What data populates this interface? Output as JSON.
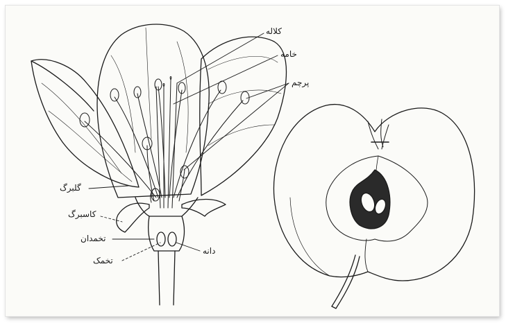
{
  "labels": {
    "stigma": "کلاله",
    "style": "خامه",
    "stamen": "پرچم",
    "petal": "گلبرگ",
    "sepal": "کاسبرگ",
    "ovary": "تخمدان",
    "ovule": "تخمک",
    "seed": "دانه"
  },
  "colors": {
    "ink": "#1a1a1a",
    "paper": "#fbfbf8"
  }
}
